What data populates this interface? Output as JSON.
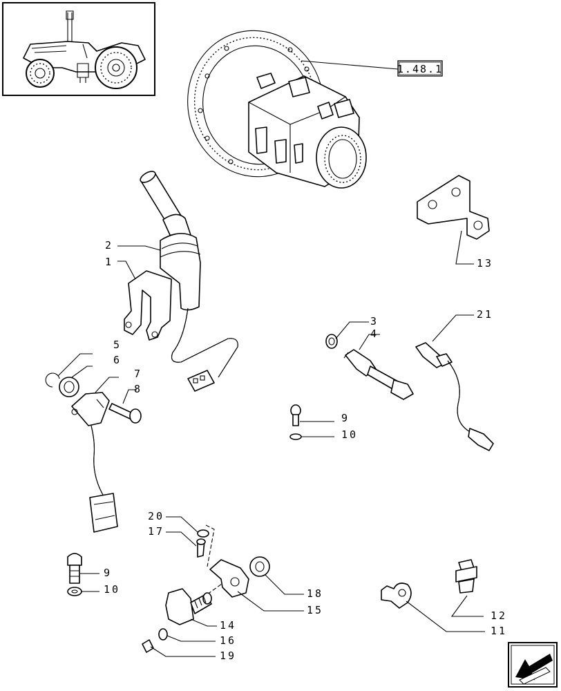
{
  "diagram": {
    "reference_box": "1.48.1",
    "callouts": [
      "1",
      "2",
      "3",
      "4",
      "5",
      "6",
      "7",
      "8",
      "9",
      "10",
      "9",
      "10",
      "11",
      "12",
      "13",
      "14",
      "15",
      "16",
      "17",
      "18",
      "19",
      "20",
      "21"
    ]
  },
  "icons": {
    "thumbnail": "tractor-thumbnail-icon",
    "nav": "next-page-arrow-icon"
  }
}
